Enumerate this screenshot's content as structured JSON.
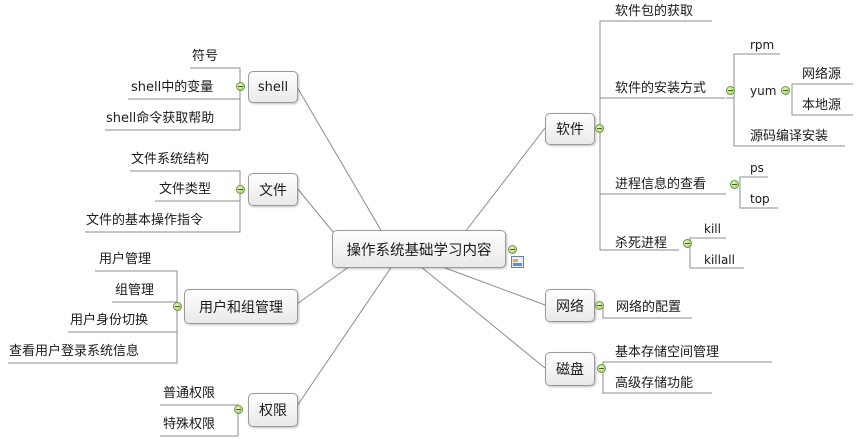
{
  "central": "操作系统基础学习内容",
  "branches": {
    "shell": {
      "label": "shell",
      "items": [
        "符号",
        "shell中的变量",
        "shell命令获取帮助"
      ]
    },
    "file": {
      "label": "文件",
      "items": [
        "文件系统结构",
        "文件类型",
        "文件的基本操作指令"
      ]
    },
    "users": {
      "label": "用户和组管理",
      "items": [
        "用户管理",
        "组管理",
        "用户身份切换",
        "查看用户登录系统信息"
      ]
    },
    "perm": {
      "label": "权限",
      "items": [
        "普通权限",
        "特殊权限"
      ]
    },
    "software": {
      "label": "软件",
      "acquire": "软件包的获取",
      "install": {
        "label": "软件的安装方式",
        "rpm": "rpm",
        "yum": {
          "label": "yum",
          "items": [
            "网络源",
            "本地源"
          ]
        },
        "source": "源码编译安装"
      },
      "process": {
        "label": "进程信息的查看",
        "items": [
          "ps",
          "top"
        ]
      },
      "kill": {
        "label": "杀死进程",
        "items": [
          "kill",
          "killall"
        ]
      }
    },
    "network": {
      "label": "网络",
      "items": [
        "网络的配置"
      ]
    },
    "disk": {
      "label": "磁盘",
      "items": [
        "基本存储空间管理",
        "高级存储功能"
      ]
    }
  },
  "icons": [
    "collapse-toggle-icon",
    "note-icon"
  ],
  "colors": {
    "line": "#8c8c8c",
    "toggle": "#9dcb63",
    "node_border": "#9a9a9a"
  }
}
